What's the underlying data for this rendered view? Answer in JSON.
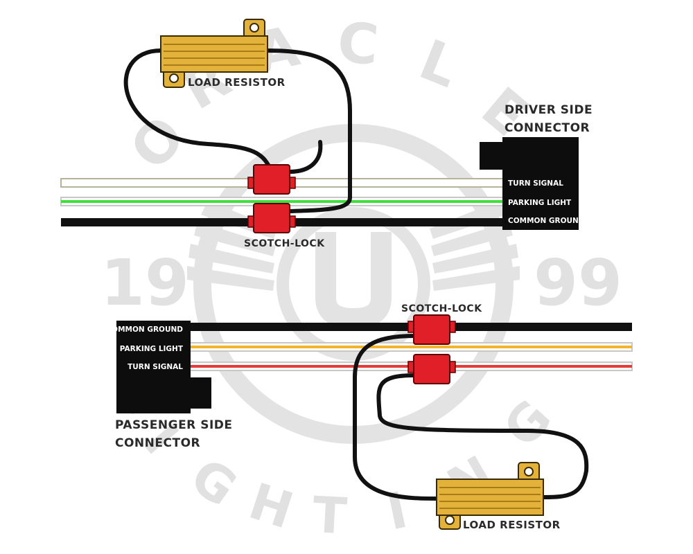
{
  "colors": {
    "wire_black": "#111111",
    "wire_green": "#3ee03e",
    "wire_yellow": "#f2b52a",
    "wire_red": "#e53a3a",
    "wire_white_edge": "#b9b29a",
    "scotch_lock": "#e01f28",
    "resistor_gold": "#e2b23b",
    "connector": "#0d0d0d",
    "watermark": "#e3e3e3"
  },
  "watermark": {
    "letters_top": [
      "O",
      "R",
      "A",
      "C",
      "L",
      "E"
    ],
    "letters_bottom": [
      "L",
      "I",
      "G",
      "H",
      "T",
      "I",
      "N",
      "G"
    ],
    "year_left": "19",
    "year_right": "99"
  },
  "driver_side": {
    "title_line1": "DRIVER SIDE",
    "title_line2": "CONNECTOR",
    "pins": [
      "TURN SIGNAL",
      "PARKING LIGHT",
      "COMMON GROUND"
    ],
    "resistor_label": "LOAD RESISTOR",
    "scotch_lock_label": "SCOTCH-LOCK"
  },
  "passenger_side": {
    "title_line1": "PASSENGER SIDE",
    "title_line2": "CONNECTOR",
    "pins": [
      "COMMON GROUND",
      "PARKING LIGHT",
      "TURN SIGNAL"
    ],
    "resistor_label": "LOAD RESISTOR",
    "scotch_lock_label": "SCOTCH-LOCK"
  }
}
